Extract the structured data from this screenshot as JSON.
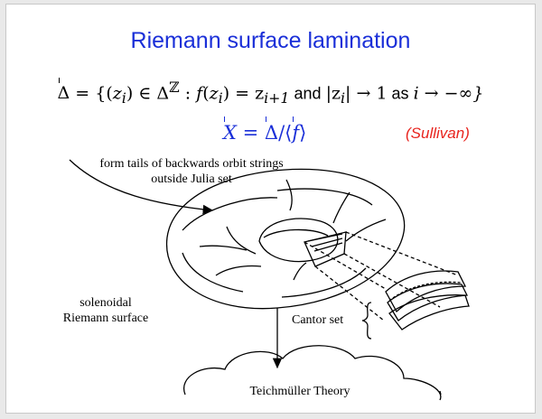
{
  "title": "Riemann surface lamination",
  "equation1": {
    "lhs": "Δ",
    "set_open": " = {(",
    "zi": "z",
    "sub_i": "i",
    "in_delta": ") ∈ Δ",
    "sup_z": "ℤ",
    "colon": " : ",
    "f": "f",
    "paren": "(",
    "zi2": "z",
    "sub_i2": "i",
    "eq_z": ") = z",
    "sub_ip1": "i+1",
    "and_text": " and ",
    "abs": "|z",
    "sub_i3": "i",
    "tends": "| → 1",
    "as_text": " as ",
    "limit": "i → −∞}"
  },
  "equation2": {
    "X": "X",
    "eq": " = ",
    "delta": "Δ",
    "slash": "/⟨",
    "f": "f",
    "close": "⟩"
  },
  "attribution": "(Sullivan)",
  "labels": {
    "form_tails_line1": "form tails of backwards orbit strings",
    "form_tails_line2": "outside Julia set",
    "solenoidal_line1": "solenoidal",
    "solenoidal_line2": "Riemann surface",
    "cantor_set": "Cantor set",
    "teichmuller": "Teichmüller Theory"
  },
  "colors": {
    "title": "#1a2fd8",
    "attribution": "#e8241e",
    "ink": "#000000"
  }
}
